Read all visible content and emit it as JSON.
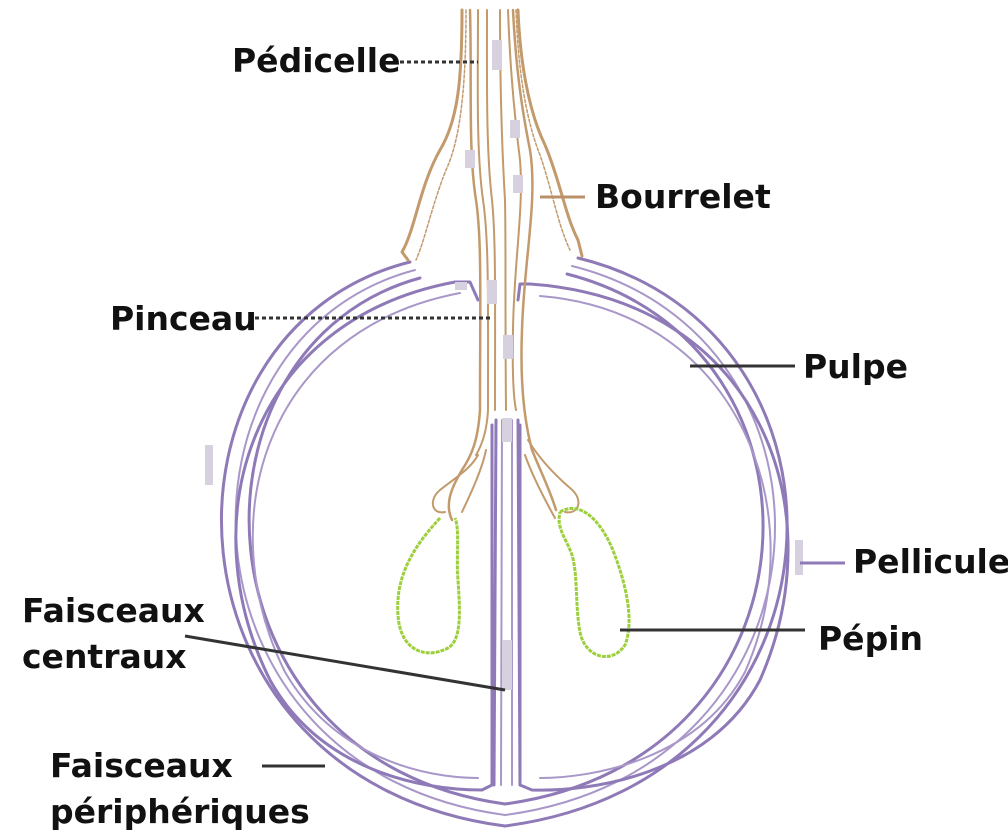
{
  "labels": {
    "pedicelle": "Pédicelle",
    "bourrelet": "Bourrelet",
    "pinceau": "Pinceau",
    "pulpe": "Pulpe",
    "pellicule": "Pellicule",
    "faisceaux_centraux_line1": "Faisceaux",
    "faisceaux_centraux_line2": "centraux",
    "pepin": "Pépin",
    "faisceaux_peripheriques_line1": "Faisceaux",
    "faisceaux_peripheriques_line2": "périphériques"
  },
  "colors": {
    "vascular": "#c29a6c",
    "skin": "#8f7ab8",
    "skin_light": "#c8bedf",
    "seed": "#9ccf3c",
    "leader_dark": "#333333",
    "leader_brown": "#b9906a",
    "text": "#111111",
    "highlight": "#d7d0df"
  }
}
